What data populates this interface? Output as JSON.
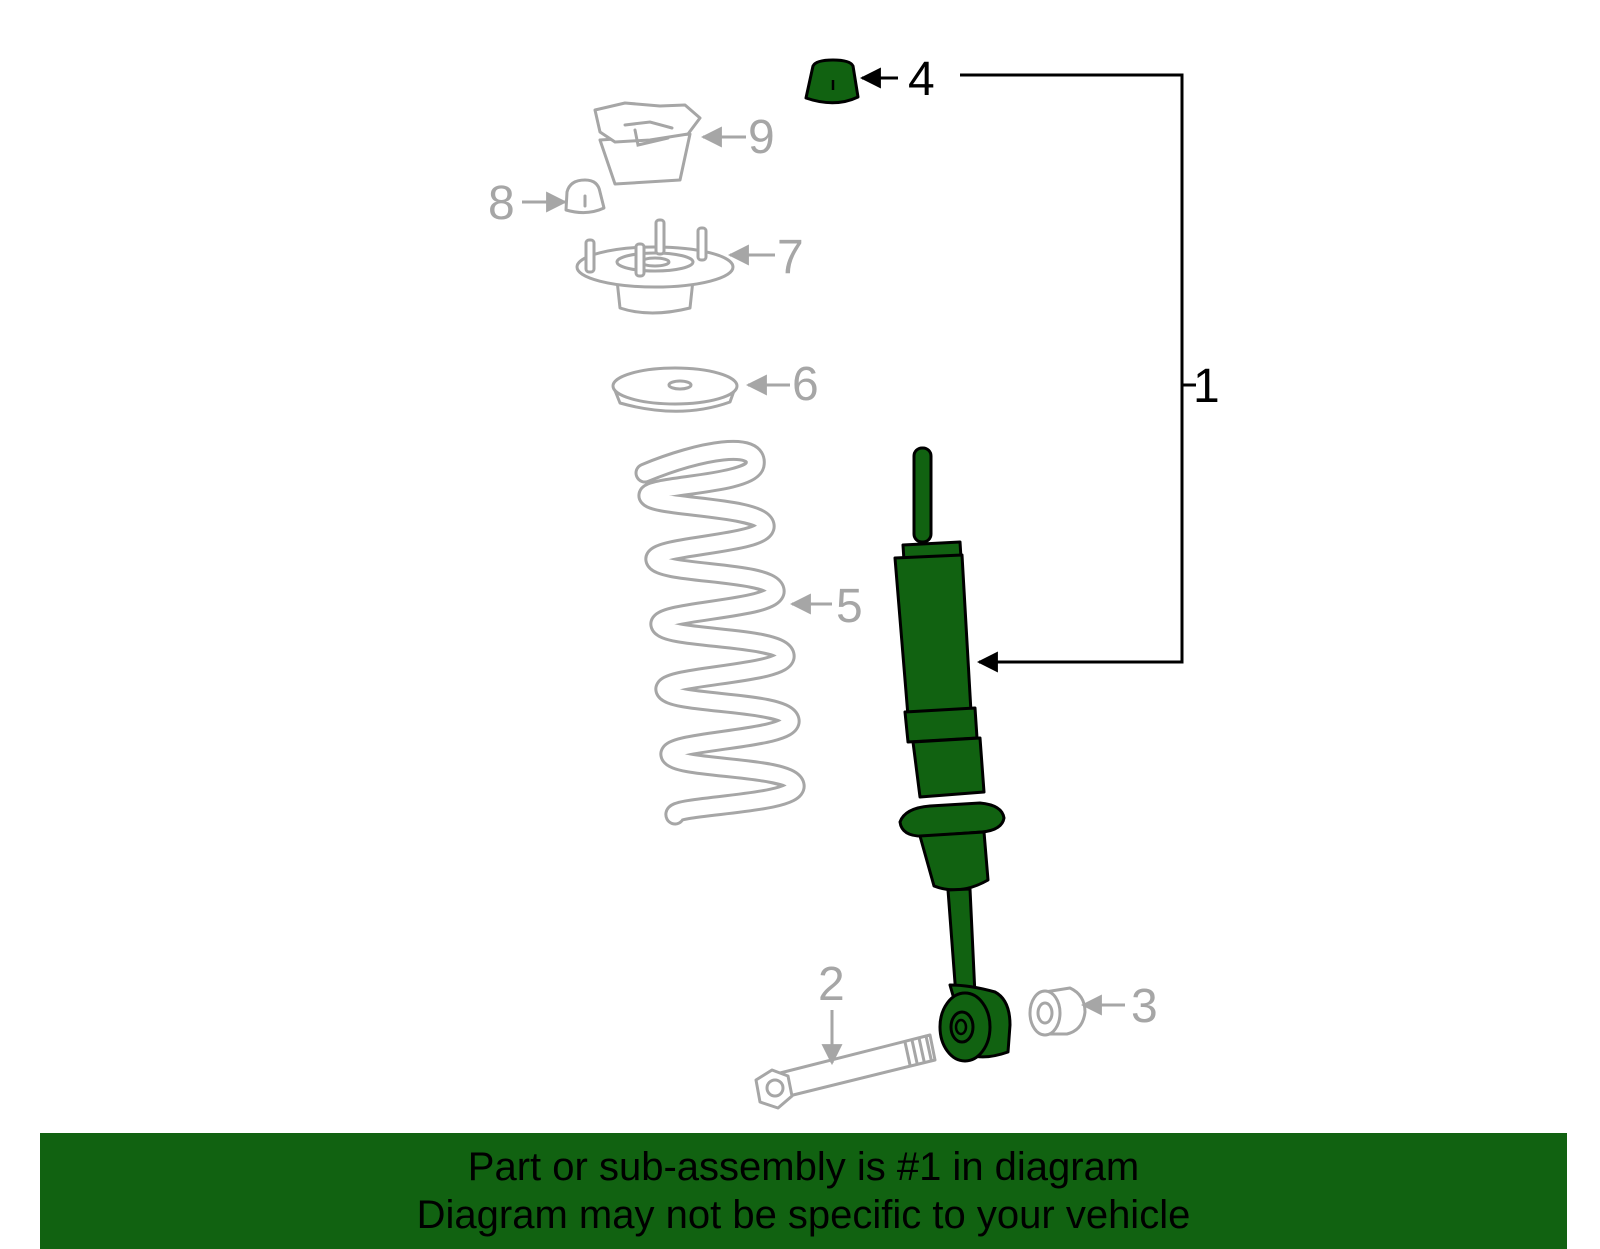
{
  "callouts": {
    "c1": "1",
    "c2": "2",
    "c3": "3",
    "c4": "4",
    "c5": "5",
    "c6": "6",
    "c7": "7",
    "c8": "8",
    "c9": "9"
  },
  "colors": {
    "highlight": "#116211",
    "inactive": "#a6a6a6",
    "outline": "#000000"
  },
  "banner": {
    "line1": "Part or sub-assembly is #1 in diagram",
    "line2": "Diagram may not be specific to your vehicle"
  }
}
